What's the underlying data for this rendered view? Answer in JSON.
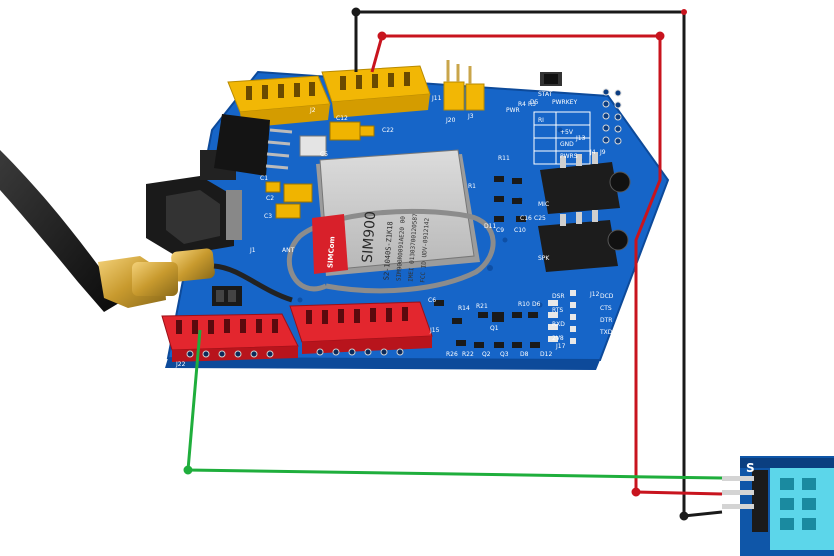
{
  "board": {
    "colors": {
      "pcb": "#1665c8",
      "header_female_top": "#f2b705",
      "header_female_bottom": "#e3262e",
      "module": "#c9c9c9"
    },
    "module": {
      "brand": "SIMCom",
      "model": "SIM900",
      "line1": "S2-1040S-Z1K18",
      "line2": "SIM900R0091AE20 00",
      "line3": "IMEI 01303700120587",
      "line4": "FCC ID UDV-0912142"
    },
    "silkscreen": {
      "ant": "ANT",
      "j22": "J22",
      "j15": "J15",
      "j1": "J1",
      "j2": "J2",
      "j20": "J20",
      "j3": "J3",
      "j11": "J11",
      "j12": "J12",
      "j13": "J13",
      "j4": "J4",
      "j9": "J9",
      "j17": "J17",
      "c1": "C1",
      "c2": "C2",
      "c3": "C3",
      "c5": "C5",
      "c6": "C6",
      "c9": "C9",
      "c10": "C10",
      "c12": "C12",
      "c22": "C22",
      "c16": "C16",
      "c25": "C25",
      "r1": "R1",
      "r3": "R3",
      "r4": "R4",
      "r10": "R10",
      "r11": "R11",
      "r14": "R14",
      "r21": "R21",
      "r22": "R22",
      "r26": "R26",
      "d5": "D5",
      "d6": "D6",
      "d8": "D8",
      "d11": "D11",
      "d12": "D12",
      "q1": "Q1",
      "q2": "Q2",
      "q3": "Q3",
      "pwrkey": "PWRKEY",
      "pwr": "PWR",
      "stat": "STAT",
      "mic": "MIC",
      "spk": "SPK",
      "dsr": "DSR",
      "rts": "RTS",
      "rxd": "RXD",
      "ri": "RI",
      "dcd": "DCD",
      "cts": "CTS",
      "dtr": "DTR",
      "txd": "TXD",
      "v2": "2V8",
      "plus": "+5V",
      "gnd": "GND",
      "pwrs": "PWRS"
    }
  },
  "sensor": {
    "label": "S",
    "color": "#0f56a8",
    "body_color": "#5cd6ea"
  },
  "wires": {
    "black": "#1a1a1a",
    "red": "#c8141e",
    "green": "#1fae3c"
  }
}
